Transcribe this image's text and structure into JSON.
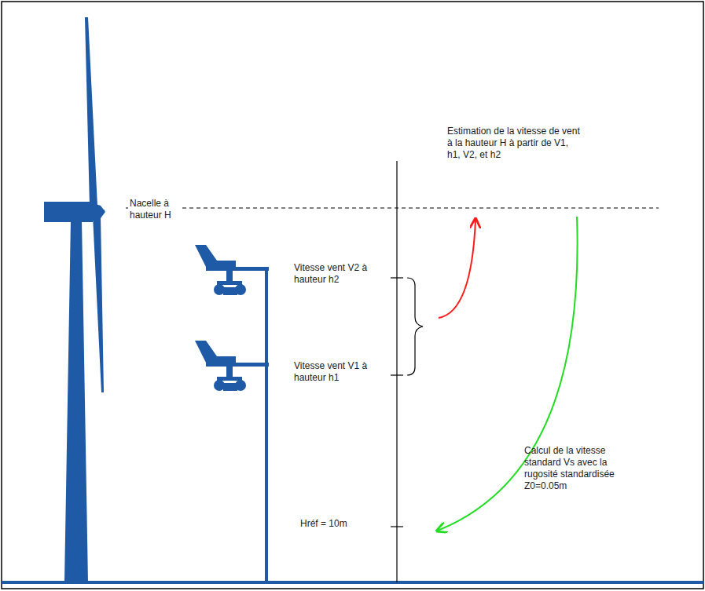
{
  "diagram": {
    "labels": [
      "Estimation de la vitesse de vent à la hauteur H à partir de V1, h1, V2, et h2",
      "Nacelle à hauteur H",
      "Vitesse vent V2 à hauteur h2",
      "Vitesse vent V1 à hauteur h1",
      "Calcul de la vitesse standard Vs avec la rugosité standardisée Z0=0.05m",
      "Hréf = 10m"
    ]
  }
}
